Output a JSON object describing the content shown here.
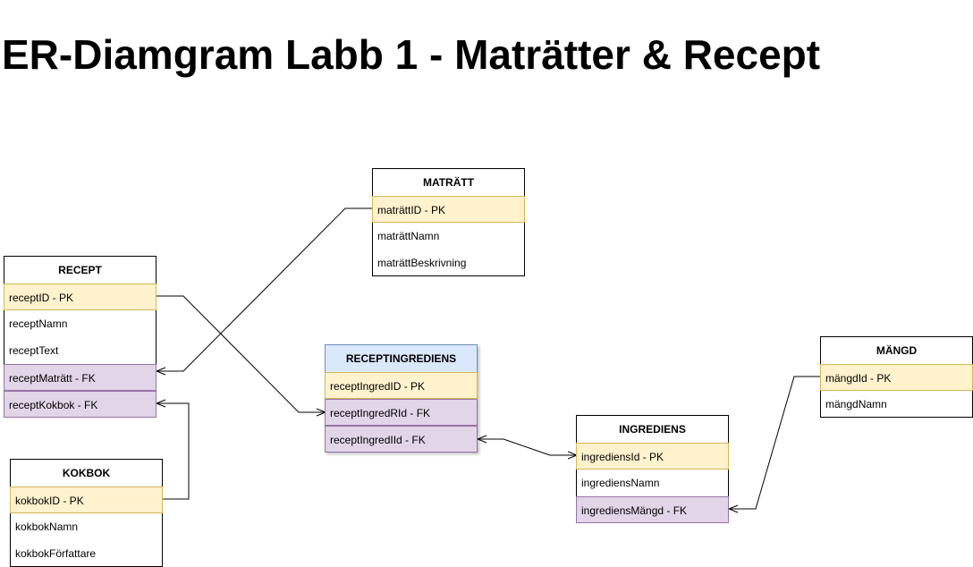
{
  "title": "ER-Diamgram Labb 1 - Maträtter & Recept",
  "entities": {
    "matratt": {
      "name": "MATRÄTT",
      "rows": [
        "maträttID -  PK",
        "maträttNamn",
        "maträttBeskrivning"
      ]
    },
    "recept": {
      "name": "RECEPT",
      "rows": [
        "receptID - PK",
        "receptNamn",
        "receptText",
        "receptMaträtt - FK",
        "receptKokbok  - FK"
      ]
    },
    "receptingrediens": {
      "name": "RECEPTINGREDIENS",
      "rows": [
        "receptIngredID - PK",
        "receptIngredRId - FK",
        "receptIngredIId - FK"
      ]
    },
    "kokbok": {
      "name": "KOKBOK",
      "rows": [
        "kokbokID - PK",
        "kokbokNamn",
        "kokbokFörfattare"
      ]
    },
    "ingrediens": {
      "name": "INGREDIENS",
      "rows": [
        "ingrediensId - PK",
        "ingrediensNamn",
        "ingrediensMängd - FK"
      ]
    },
    "mangd": {
      "name": "MÄNGD",
      "rows": [
        "mängdId - PK",
        "mängdNamn"
      ]
    }
  },
  "colors": {
    "pk_fill": "#fff2cc",
    "fk_fill": "#e1d5e7",
    "assoc_header": "#dae8fc"
  }
}
